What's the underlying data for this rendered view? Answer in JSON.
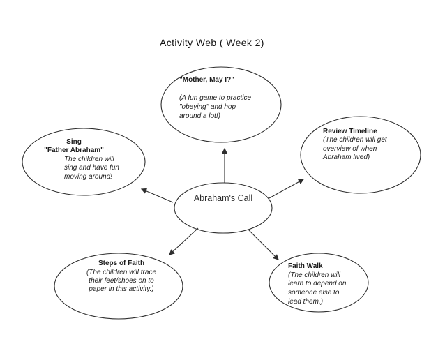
{
  "title": "Activity Web ( Week 2)",
  "diagram": {
    "center": {
      "label": "Abraham's Call"
    },
    "nodes": [
      {
        "id": "mother-may-i",
        "heading": "\"Mother, May I?\"",
        "lines": [
          "(A fun game to practice",
          "\"obeying\" and hop",
          "around a lot!)"
        ]
      },
      {
        "id": "sing-father-abraham",
        "heading": "Sing",
        "heading2": "\"Father Abraham\"",
        "lines": [
          "The children will",
          "sing and have fun",
          "moving around!"
        ]
      },
      {
        "id": "review-timeline",
        "heading": "Review Timeline",
        "lines": [
          "(The children will get",
          "overview of when",
          "Abraham lived)"
        ]
      },
      {
        "id": "steps-of-faith",
        "heading": "Steps of Faith",
        "lines": [
          "(The children will trace",
          "their feet/shoes on to",
          "paper in this activity.)"
        ]
      },
      {
        "id": "faith-walk",
        "heading": "Faith Walk",
        "lines": [
          "(The children will",
          "learn to depend on",
          "someone else to",
          "lead them.)"
        ]
      }
    ]
  },
  "colors": {
    "background": "#ffffff",
    "stroke": "#2e2e2e",
    "text": "#1c1c1c"
  }
}
